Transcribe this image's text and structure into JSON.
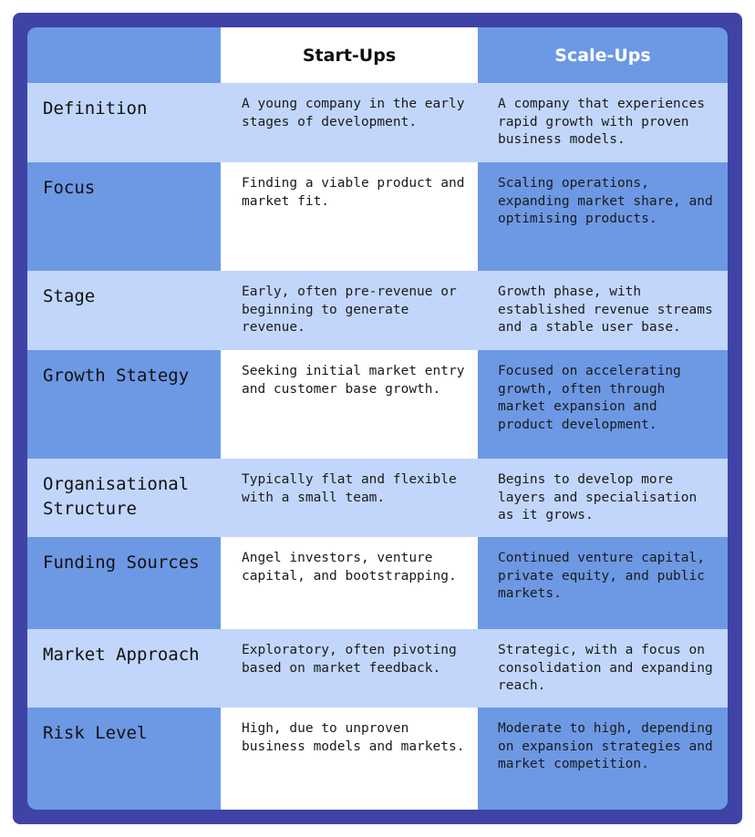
{
  "header": {
    "col1": "",
    "col2": "Start-Ups",
    "col3": "Scale-Ups"
  },
  "rows": [
    {
      "label": "Definition",
      "startups": "A young company in the early stages of development.",
      "scaleups": "A company that experiences rapid growth with proven business models."
    },
    {
      "label": "Focus",
      "startups": "Finding a viable product and market fit.",
      "scaleups": "Scaling operations, expanding market share, and optimising products."
    },
    {
      "label": "Stage",
      "startups": "Early, often pre-revenue or beginning to generate revenue.",
      "scaleups": "Growth phase, with established revenue streams and a stable user base."
    },
    {
      "label": "Growth Stategy",
      "startups": "Seeking initial market entry and customer base growth.",
      "scaleups": "Focused on accelerating growth, often through market expansion and product development."
    },
    {
      "label": "Organisational Structure",
      "startups": "Typically flat and flexible with a small team.",
      "scaleups": "Begins to develop more layers and specialisation as it grows."
    },
    {
      "label": "Funding Sources",
      "startups": "Angel investors, venture capital, and bootstrapping.",
      "scaleups": "Continued venture capital, private equity, and public markets."
    },
    {
      "label": "Market Approach",
      "startups": "Exploratory, often pivoting based on market feedback.",
      "scaleups": "Strategic, with a focus on consolidation and expanding reach."
    },
    {
      "label": "Risk Level",
      "startups": "High, due to unproven business models and markets.",
      "scaleups": "Moderate to high, depending on expansion strategies and market competition."
    }
  ],
  "colors": {
    "frame": "#3f43a6",
    "dark_blue": "#6d98e4",
    "light_blue": "#c2d6fb",
    "white": "#ffffff"
  }
}
